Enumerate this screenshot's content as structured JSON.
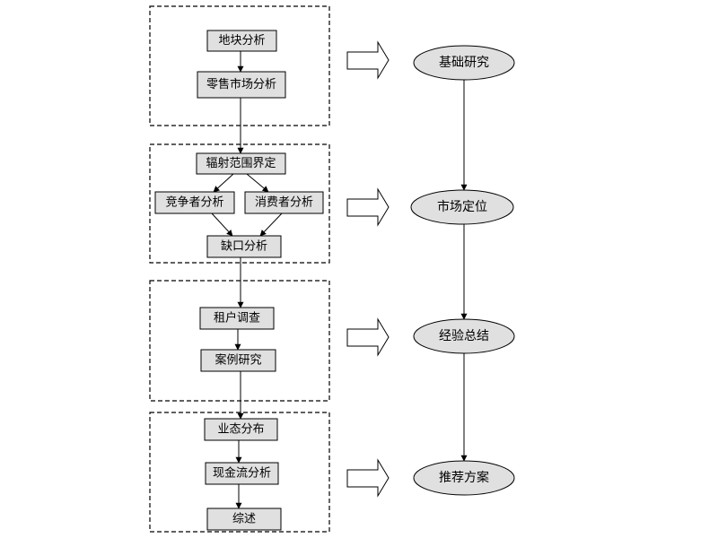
{
  "groups": [
    {
      "name": "group-basic-research",
      "nodes": [
        {
          "id": "plot-analysis",
          "label": "地块分析"
        },
        {
          "id": "retail-market-analysis",
          "label": "零售市场分析"
        }
      ]
    },
    {
      "name": "group-market-positioning",
      "nodes": [
        {
          "id": "catchment-definition",
          "label": "辐射范围界定"
        },
        {
          "id": "competitor-analysis",
          "label": "竞争者分析"
        },
        {
          "id": "consumer-analysis",
          "label": "消费者分析"
        },
        {
          "id": "gap-analysis",
          "label": "缺口分析"
        }
      ]
    },
    {
      "name": "group-experience-summary",
      "nodes": [
        {
          "id": "tenant-survey",
          "label": "租户调查"
        },
        {
          "id": "case-study",
          "label": "案例研究"
        }
      ]
    },
    {
      "name": "group-recommendation",
      "nodes": [
        {
          "id": "format-distribution",
          "label": "业态分布"
        },
        {
          "id": "cash-flow-analysis",
          "label": "现金流分析"
        },
        {
          "id": "summary",
          "label": "综述"
        }
      ]
    }
  ],
  "stages": [
    {
      "id": "basic-research",
      "label": "基础研究"
    },
    {
      "id": "market-positioning",
      "label": "市场定位"
    },
    {
      "id": "experience-summary",
      "label": "经验总结"
    },
    {
      "id": "recommended-plan",
      "label": "推荐方案"
    }
  ],
  "edges": [
    [
      "plot-analysis",
      "retail-market-analysis"
    ],
    [
      "retail-market-analysis",
      "catchment-definition"
    ],
    [
      "catchment-definition",
      "competitor-analysis"
    ],
    [
      "catchment-definition",
      "consumer-analysis"
    ],
    [
      "competitor-analysis",
      "gap-analysis"
    ],
    [
      "consumer-analysis",
      "gap-analysis"
    ],
    [
      "gap-analysis",
      "tenant-survey"
    ],
    [
      "tenant-survey",
      "case-study"
    ],
    [
      "case-study",
      "format-distribution"
    ],
    [
      "format-distribution",
      "cash-flow-analysis"
    ],
    [
      "cash-flow-analysis",
      "summary"
    ],
    [
      "basic-research",
      "market-positioning"
    ],
    [
      "market-positioning",
      "experience-summary"
    ],
    [
      "experience-summary",
      "recommended-plan"
    ]
  ]
}
